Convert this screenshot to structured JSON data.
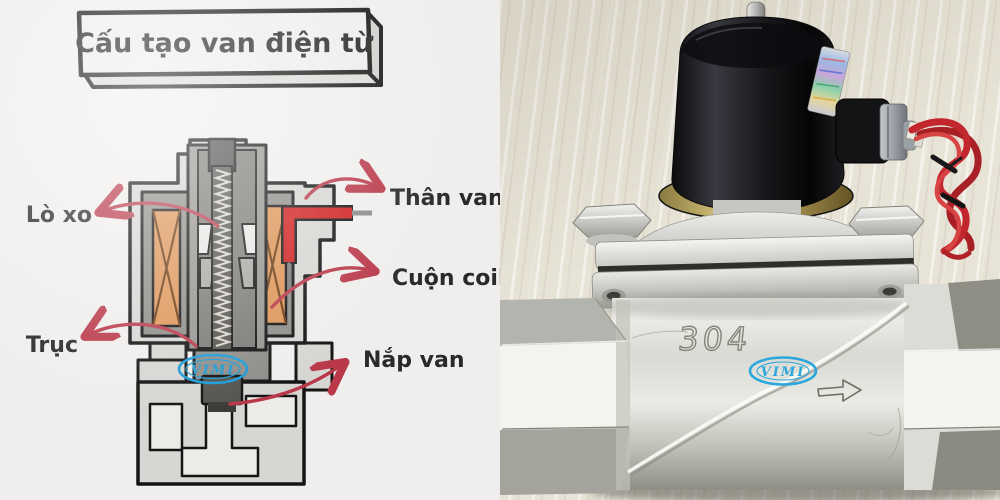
{
  "left_panel": {
    "title": "Cấu tạo van điện từ",
    "labels": {
      "spring": "Lò xo",
      "shaft": "Trục",
      "body": "Thân van",
      "coil": "Cuộn coil",
      "cap": "Nắp van"
    },
    "logo_text": "VIMI"
  },
  "right_panel": {
    "engraving": "304",
    "logo_text": "VIMI"
  },
  "colors": {
    "left_background": "#efeeec",
    "desk": "#e7e3d6",
    "arrow_red": "#b9394a",
    "wire_red": "#d01f1f",
    "coil_orange": "#dd9557",
    "logo_blue": "#1b9cd8",
    "photo_logo_blue": "#2aa7dc",
    "label_text": "#2a2a2a"
  }
}
